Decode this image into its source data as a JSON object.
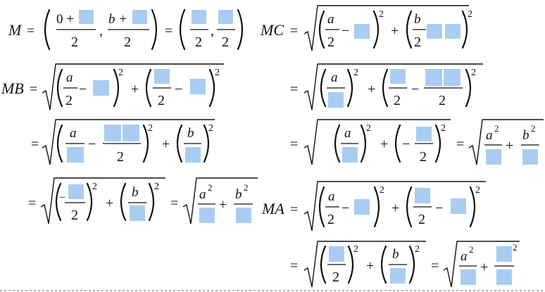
{
  "symbols": {
    "M": "M",
    "MC": "MC",
    "MB": "MB",
    "MA": "MA",
    "a": "a",
    "b": "b",
    "two": "2",
    "zero_plus": "0 +",
    "b_plus": "b +",
    "eq": "=",
    "comma": ",",
    "minus": "−",
    "plus": "+",
    "exp": "2"
  },
  "colors": {
    "blank_box": "#a9cdf2",
    "ink": "#111111",
    "background": "#ffffff"
  }
}
